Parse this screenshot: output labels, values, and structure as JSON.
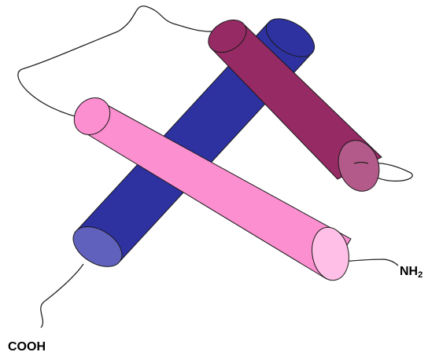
{
  "termini": {
    "c_terminus": "COOH",
    "n_terminus": "NH2",
    "n_terminus_main": "NH",
    "n_terminus_sub": "2"
  },
  "helices": [
    {
      "name": "blue-helix",
      "body_color": "#2e31a0",
      "cap_color": "#6061bd"
    },
    {
      "name": "maroon-helix",
      "body_color": "#962a64",
      "cap_color": "#b45a8a"
    },
    {
      "name": "pink-helix",
      "body_color": "#fb8fd0",
      "cap_color": "#ffbfe6"
    }
  ],
  "colors": {
    "loop_line": "#222222",
    "cylinder_outline": "#1a1a1a"
  }
}
